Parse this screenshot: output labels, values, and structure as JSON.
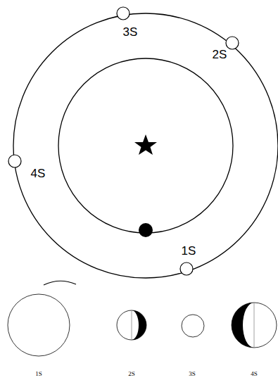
{
  "diagram": {
    "labels": [
      "3S",
      "2S",
      "4S",
      "1S",
      "1S",
      "2S",
      "3S",
      "4S"
    ]
  }
}
